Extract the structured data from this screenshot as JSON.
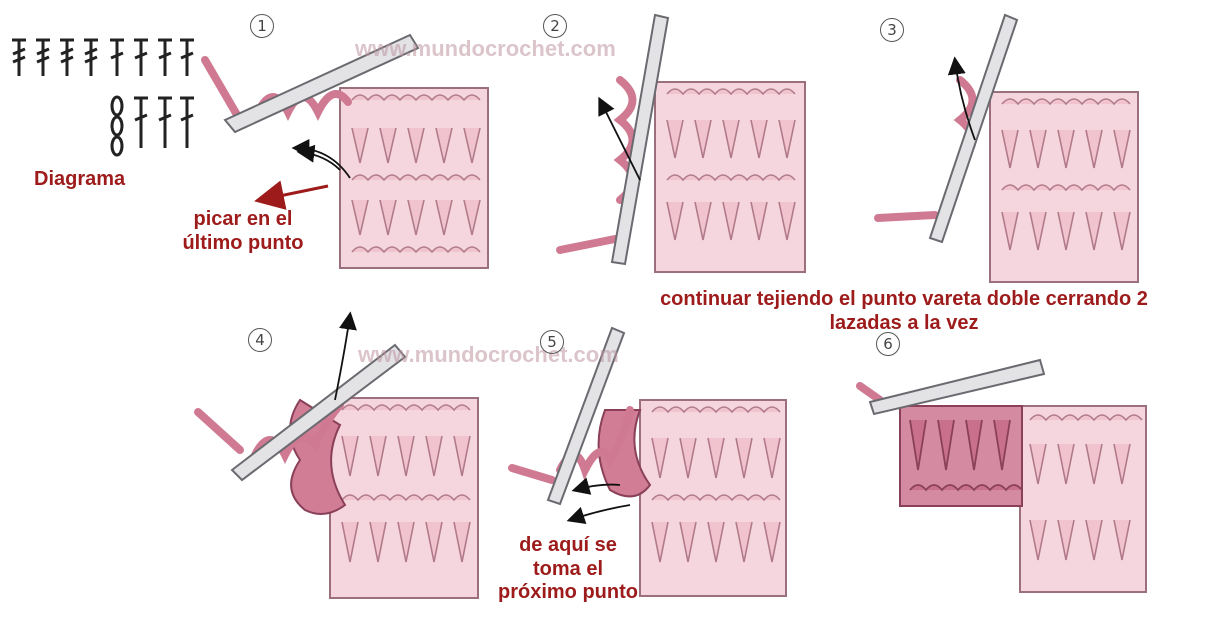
{
  "colors": {
    "accent": "#9e1b1b",
    "fabric_light": "#f4cfd9",
    "fabric_line": "#b07a8a",
    "yarn_dark": "#c8708a",
    "hook": "#d9d9dc"
  },
  "diagram_label": "Diagrama",
  "watermark": "www.mundocrochet.com",
  "steps": [
    {
      "number": "1"
    },
    {
      "number": "2"
    },
    {
      "number": "3"
    },
    {
      "number": "4"
    },
    {
      "number": "5"
    },
    {
      "number": "6"
    }
  ],
  "annotations": {
    "insert_last_stitch": "picar en el\núltimo punto",
    "continue_knitting": "continuar tejiendo el punto vareta doble cerrando 2\nlazadas a la vez",
    "next_stitch": "de aquí se\ntoma el\npróximo punto"
  }
}
